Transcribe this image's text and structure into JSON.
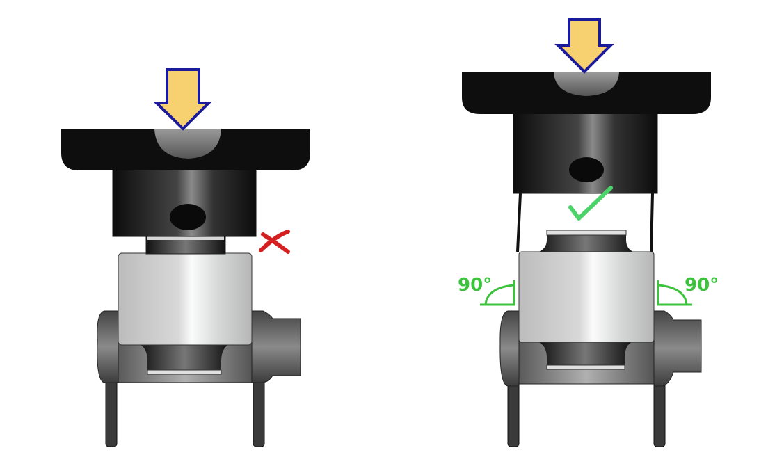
{
  "figures": [
    {
      "id": "incorrect",
      "status_icon": "cross-icon",
      "status_color": "#d42020"
    },
    {
      "id": "correct",
      "status_icon": "check-icon",
      "status_color": "#4cd46a",
      "angle_labels": [
        "90°",
        "90°"
      ],
      "angle_color": "#3cc23c"
    }
  ],
  "colors": {
    "arrow_fill": "#f7d070",
    "arrow_stroke": "#1a1a9a",
    "dark_metal": "#111111",
    "light_metal": "#e4e6e6"
  }
}
